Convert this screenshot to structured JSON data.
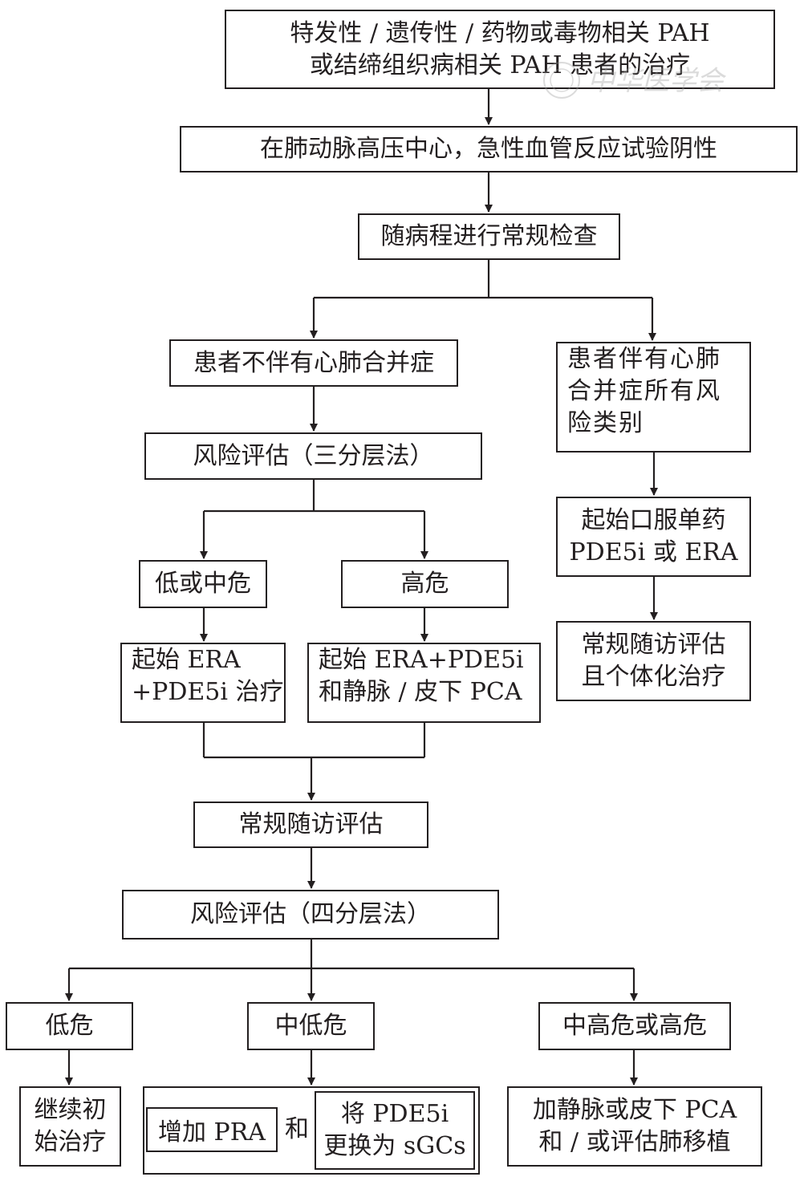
{
  "flowchart": {
    "start": {
      "line1": "特发性 / 遗传性 / 药物或毒物相关 PAH",
      "line2": "或结缔组织病相关 PAH 患者的治疗"
    },
    "center_test": "在肺动脉高压中心，急性血管反应试验阴性",
    "routine_check": "随病程进行常规检查",
    "no_comorbidity": "患者不伴有心肺合并症",
    "with_comorbidity": {
      "line1": "患者伴有心肺",
      "line2": "合并症所有风",
      "line3": "险类别"
    },
    "risk_3": "风险评估（三分层法）",
    "low_mid": "低或中危",
    "high": "高危",
    "init_dual": {
      "line1": "起始 ERA",
      "line2": "+PDE5i 治疗"
    },
    "init_triple": {
      "line1": "起始 ERA+PDE5i",
      "line2": "和静脉 / 皮下 PCA"
    },
    "oral_mono": {
      "line1": "起始口服单药",
      "line2": "PDE5i 或 ERA"
    },
    "routine_individual": {
      "line1": "常规随访评估",
      "line2": "且个体化治疗"
    },
    "routine_follow": "常规随访评估",
    "risk_4": "风险评估（四分层法）",
    "low": "低危",
    "mid_low": "中低危",
    "mid_high": "中高危或高危",
    "continue": {
      "line1": "继续初",
      "line2": "始治疗"
    },
    "add_pra": "增加 PRA",
    "and": "和",
    "switch_sgc": {
      "line1": "将 PDE5i",
      "line2": "更换为 sGCs"
    },
    "add_pca": {
      "line1": "加静脉或皮下 PCA",
      "line2": "和 / 或评估肺移植"
    }
  },
  "watermark_text": "中华医学会"
}
